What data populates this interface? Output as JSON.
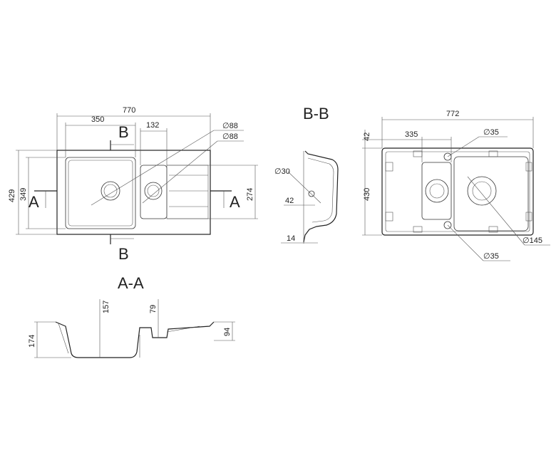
{
  "top_view": {
    "width": "770",
    "bowl_width": "350",
    "small_bowl_width": "132",
    "depth": "429",
    "bowl_depth": "349",
    "drain_depth": "274",
    "drain_dia_1": "∅88",
    "drain_dia_2": "∅88",
    "section_a": "A",
    "section_b": "B"
  },
  "section_bb": {
    "title": "B-B",
    "dia": "∅30",
    "offset": "42",
    "rim": "14"
  },
  "section_aa": {
    "title": "A-A",
    "depth_main": "157",
    "depth_small": "79",
    "height_total": "174",
    "height_drainer": "94"
  },
  "bottom_view": {
    "width": "772",
    "offset": "42",
    "bowl_width": "335",
    "depth": "430",
    "dia_top": "∅35",
    "dia_bottom": "∅35",
    "dia_large": "∅145"
  }
}
